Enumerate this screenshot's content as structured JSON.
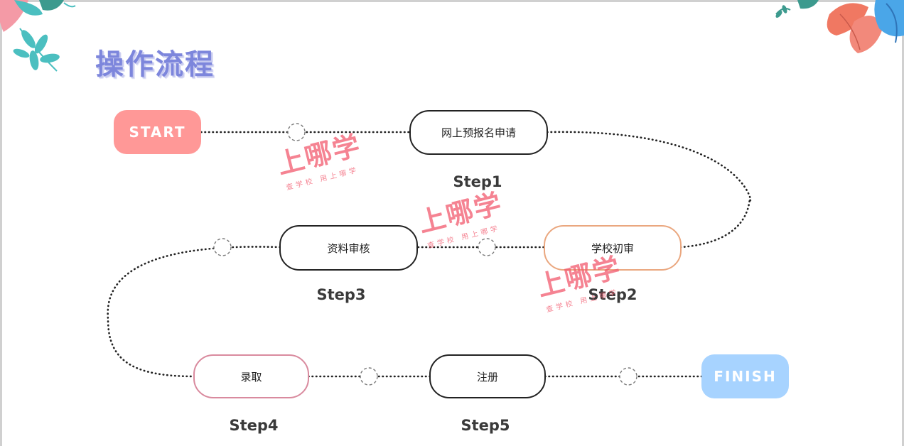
{
  "title": "操作流程",
  "flow": {
    "start": "START",
    "finish": "FINISH",
    "steps": [
      {
        "text": "网上预报名申请",
        "label": "Step1"
      },
      {
        "text": "学校初审",
        "label": "Step2"
      },
      {
        "text": "资料审核",
        "label": "Step3"
      },
      {
        "text": "录取",
        "label": "Step4"
      },
      {
        "text": "注册",
        "label": "Step5"
      }
    ]
  },
  "watermark": {
    "main": "上哪学",
    "sub": "查学校 用上哪学"
  },
  "colors": {
    "title": "#7d86dc",
    "start": "#ff9897",
    "finish": "#a7d3ff",
    "step2_border": "#eaa77f",
    "step4_border": "#d98a9e",
    "watermark": "#f25a6e"
  }
}
